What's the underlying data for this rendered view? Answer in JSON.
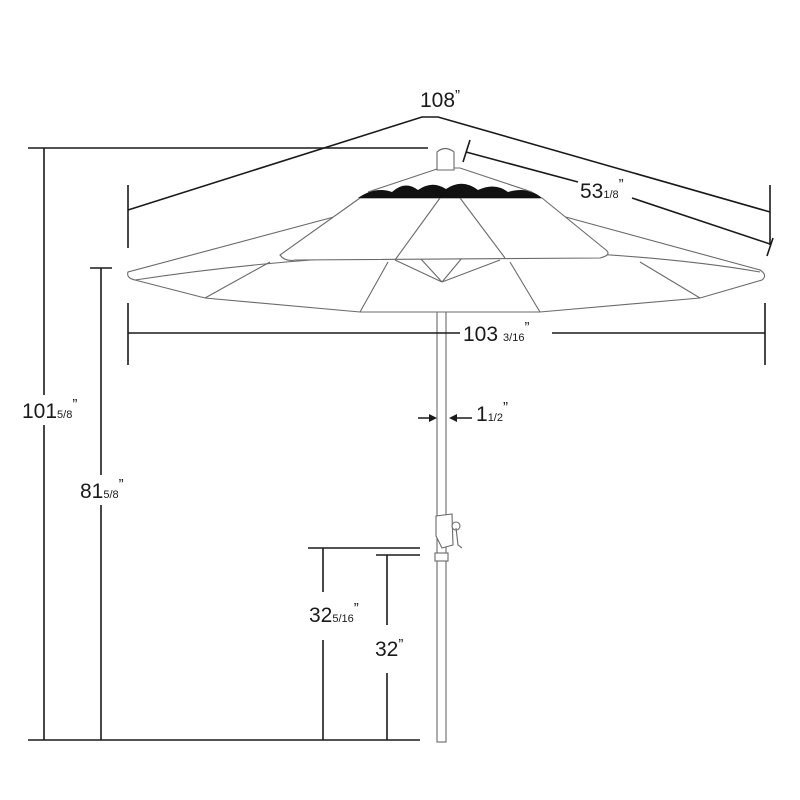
{
  "dimensions": {
    "canopy_arc": {
      "whole": "108",
      "fraction": "",
      "unit": "”"
    },
    "rib_length": {
      "whole": "53",
      "fraction": "1/8",
      "unit": "”"
    },
    "canopy_width": {
      "whole": "103",
      "fraction": "3/16",
      "unit": "”"
    },
    "pole_diameter": {
      "whole": "1",
      "fraction": "1/2",
      "unit": "”"
    },
    "overall_height": {
      "whole": "101",
      "fraction": "5/8",
      "unit": "”"
    },
    "clearance_height": {
      "whole": "81",
      "fraction": "5/8",
      "unit": "”"
    },
    "crank_height": {
      "whole": "32",
      "fraction": "5/16",
      "unit": "”"
    },
    "table_height": {
      "whole": "32",
      "fraction": "",
      "unit": "”"
    }
  },
  "colors": {
    "dimension_lines": "#1a1a1a",
    "drawing_lines": "#6a6a6a",
    "vent": "#111111"
  }
}
